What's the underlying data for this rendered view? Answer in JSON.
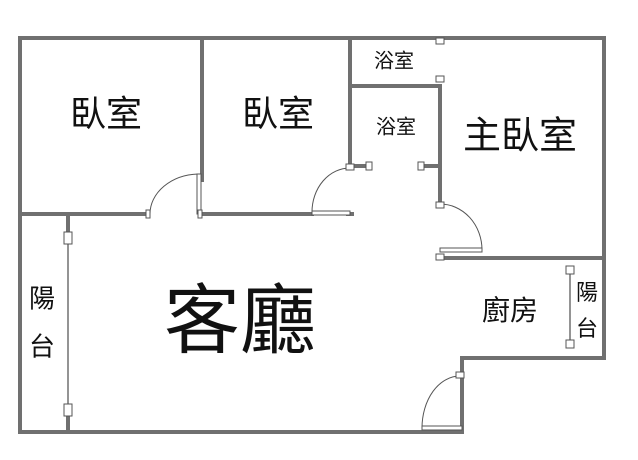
{
  "rooms": {
    "bedroom_1": "臥室",
    "bedroom_2": "臥室",
    "master_bedroom": "主臥室",
    "bath_1": "浴室",
    "bath_2": "浴室",
    "living_room": "客廳",
    "kitchen": "廚房",
    "balcony_left": [
      "陽",
      "台"
    ],
    "balcony_right": [
      "陽",
      "台"
    ]
  },
  "colors": {
    "wall": "#707070",
    "background": "#ffffff",
    "text": "#111111"
  }
}
